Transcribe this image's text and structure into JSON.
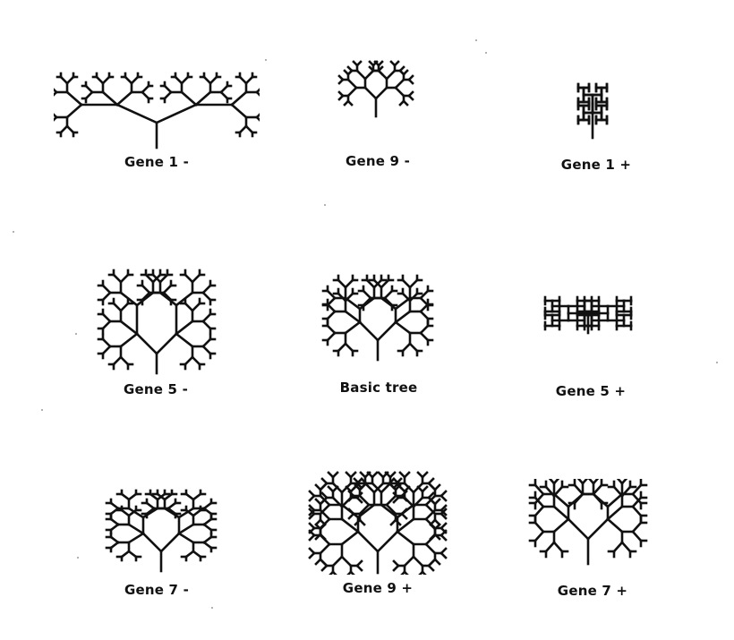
{
  "figure": {
    "panels": [
      {
        "id": "gene1minus",
        "caption": "Gene 1 -"
      },
      {
        "id": "gene9minus",
        "caption": "Gene 9 -"
      },
      {
        "id": "gene1plus",
        "caption": "Gene 1 +"
      },
      {
        "id": "gene5minus",
        "caption": "Gene 5 -"
      },
      {
        "id": "basic",
        "caption": "Basic tree"
      },
      {
        "id": "gene5plus",
        "caption": "Gene 5 +"
      },
      {
        "id": "gene7minus",
        "caption": "Gene 7 -"
      },
      {
        "id": "gene9plus",
        "caption": "Gene 9 +"
      },
      {
        "id": "gene7plus",
        "caption": "Gene 7 +"
      }
    ]
  }
}
